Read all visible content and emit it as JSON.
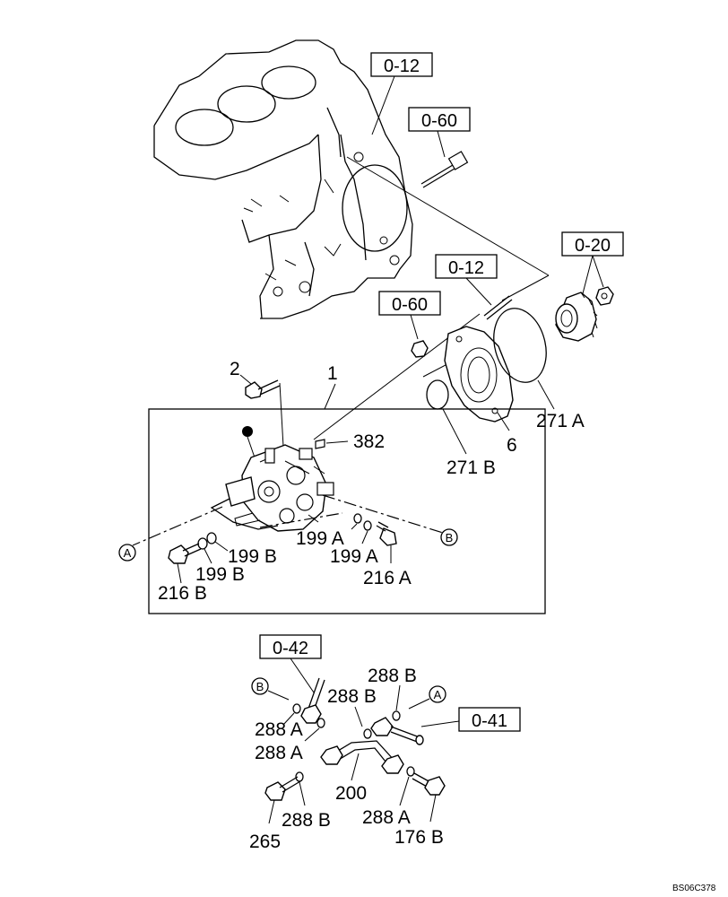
{
  "refs": {
    "r012_top": "0-12",
    "r060_top": "0-60",
    "r020": "0-20",
    "r012_mid": "0-12",
    "r060_mid": "0-60",
    "r042": "0-42",
    "r041": "0-41"
  },
  "parts": {
    "p1": "1",
    "p2": "2",
    "p6": "6",
    "p382": "382",
    "p271a": "271 A",
    "p271b": "271 B",
    "p199a_1": "199 A",
    "p199a_2": "199 A",
    "p199b_1": "199 B",
    "p199b_2": "199 B",
    "p216a": "216 A",
    "p216b": "216 B",
    "p288b_1": "288 B",
    "p288b_2": "288 B",
    "p288b_3": "288 B",
    "p288a_1": "288 A",
    "p288a_2": "288 A",
    "p288a_3": "288 A",
    "p200": "200",
    "p265": "265",
    "p176b": "176 B"
  },
  "markers": {
    "a_left": "A",
    "b_right": "B",
    "b_lower": "B",
    "a_lower": "A"
  },
  "drawing_code": "BS06C378"
}
